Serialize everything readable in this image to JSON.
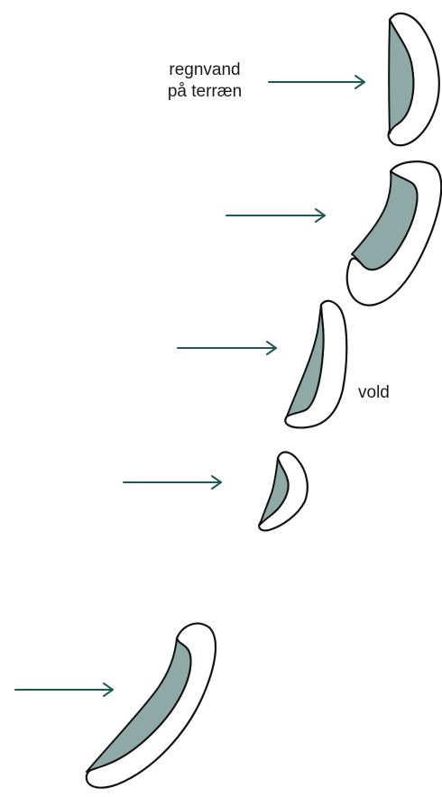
{
  "labels": {
    "rain_line1": "regnvand",
    "rain_line2": "på terræn",
    "berm": "vold"
  },
  "colors": {
    "water_fill": "#8faaa6",
    "arrow": "#1f5a52",
    "outline": "#111111"
  },
  "berms": [
    {
      "id": "berm-1",
      "has_arrow": true
    },
    {
      "id": "berm-2",
      "has_arrow": true
    },
    {
      "id": "berm-3",
      "has_arrow": true
    },
    {
      "id": "berm-4",
      "has_arrow": true
    },
    {
      "id": "berm-5",
      "has_arrow": true
    }
  ]
}
